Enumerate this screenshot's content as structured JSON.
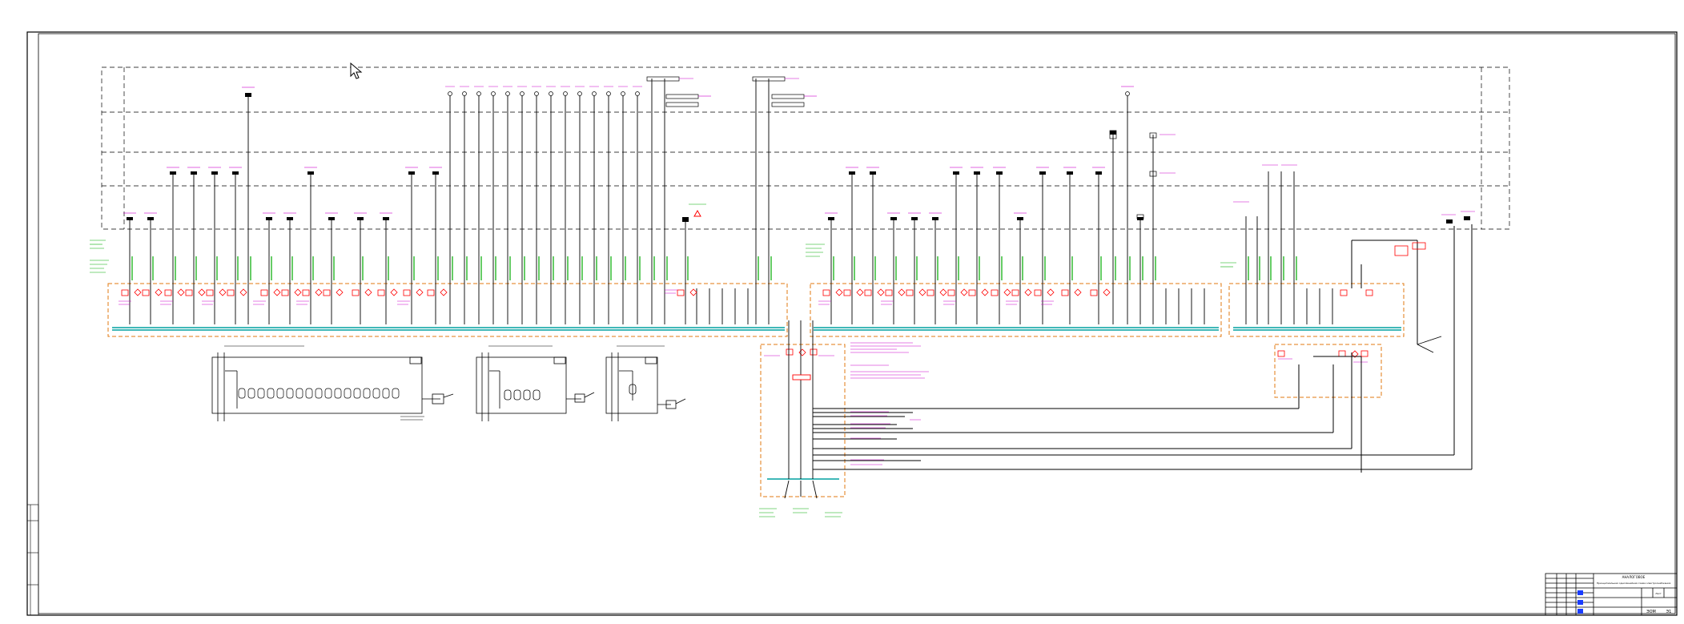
{
  "title_block": {
    "line1": "АНАЛОГОВОЕ",
    "line2": "Принципиальная однолинейная схема электроснабжения",
    "line3": "Лист",
    "sheet_no": "ЭОМ",
    "sheet_code": "Э1"
  },
  "colors": {
    "line": "#000000",
    "label": "#cc00cc",
    "cable": "#00aa00",
    "bus": "#00a0a0",
    "panel": "#e07a10",
    "warning": "#ff0000"
  },
  "icons": {
    "cursor": "mouse-pointer-icon",
    "hazard": "warning-triangle-icon"
  }
}
